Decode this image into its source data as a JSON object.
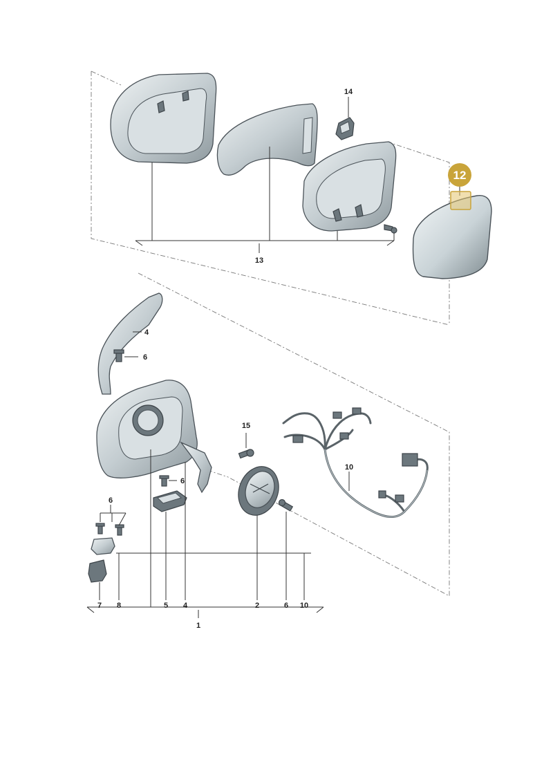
{
  "colors": {
    "highlight_badge": "#c9a43a",
    "highlight_marker": "#e3c56f",
    "part_fill": "#c4cdd1",
    "part_stroke": "#4a5258"
  },
  "labels": {
    "l14": "14",
    "l13": "13",
    "l12": "12",
    "l4": "4",
    "l6a": "6",
    "l15": "15",
    "l6b": "6",
    "l10": "10",
    "l6c": "6",
    "b7": "7",
    "b8": "8",
    "b5": "5",
    "b4": "4",
    "b2": "2",
    "b6": "6",
    "b10": "10",
    "l1": "1"
  }
}
